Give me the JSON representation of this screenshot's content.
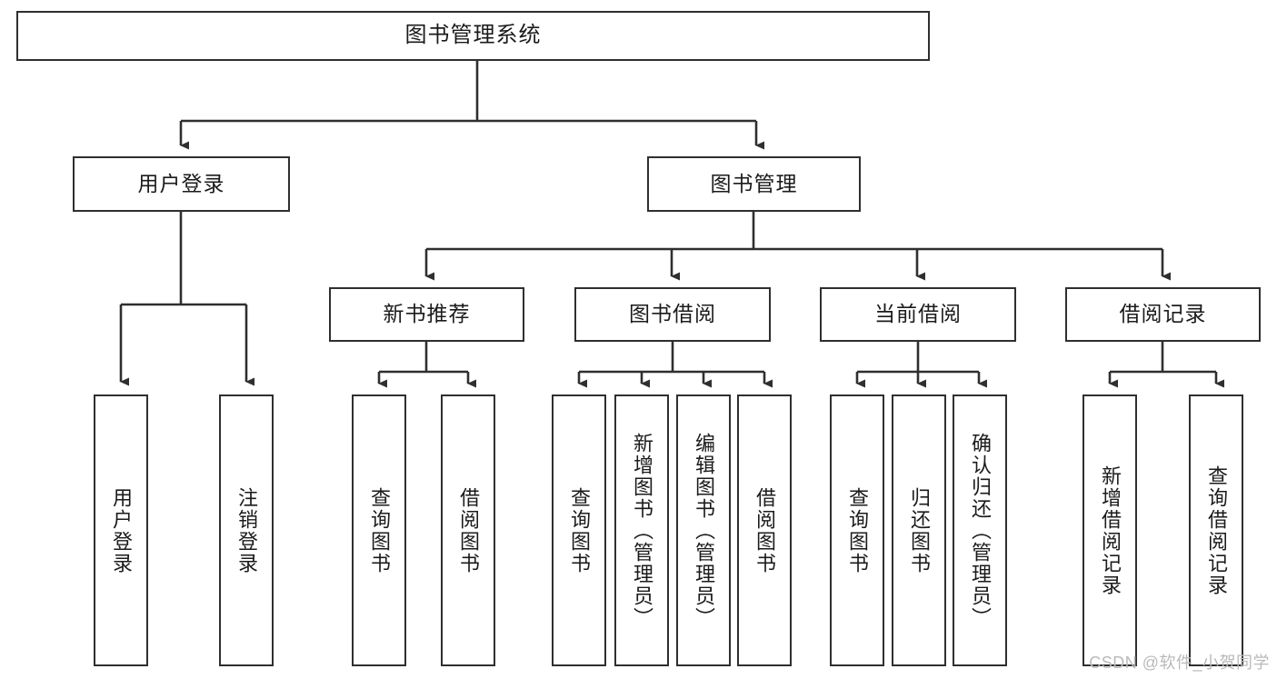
{
  "diagram": {
    "type": "tree",
    "title": "图书管理系统",
    "watermark": "CSDN @软件_小贺同学",
    "colors": {
      "stroke": "#2f2f2f",
      "fill": "#ffffff",
      "text": "#1b1b1b",
      "watermark": "#b9b9b9"
    },
    "nodes": {
      "root": {
        "label": "图书管理系统"
      },
      "level2": [
        {
          "id": "user-login",
          "label": "用户登录"
        },
        {
          "id": "book-manage",
          "label": "图书管理"
        }
      ],
      "level3": [
        {
          "id": "new-book-rec",
          "label": "新书推荐"
        },
        {
          "id": "book-borrow",
          "label": "图书借阅"
        },
        {
          "id": "current-borrow",
          "label": "当前借阅"
        },
        {
          "id": "borrow-record",
          "label": "借阅记录"
        }
      ],
      "leaves": {
        "user-login": [
          {
            "id": "leaf-user-login",
            "label": "用户登录"
          },
          {
            "id": "leaf-logout",
            "label": "注销登录"
          }
        ],
        "new-book-rec": [
          {
            "id": "leaf-query-book-1",
            "label": "查询图书"
          },
          {
            "id": "leaf-borrow-book-1",
            "label": "借阅图书"
          }
        ],
        "book-borrow": [
          {
            "id": "leaf-query-book-2",
            "label": "查询图书"
          },
          {
            "id": "leaf-add-book",
            "label": "新增图书（管理员）"
          },
          {
            "id": "leaf-edit-book",
            "label": "编辑图书（管理员）"
          },
          {
            "id": "leaf-borrow-book-2",
            "label": "借阅图书"
          }
        ],
        "current-borrow": [
          {
            "id": "leaf-query-book-3",
            "label": "查询图书"
          },
          {
            "id": "leaf-return-book",
            "label": "归还图书"
          },
          {
            "id": "leaf-confirm-return",
            "label": "确认归还（管理员）"
          }
        ],
        "borrow-record": [
          {
            "id": "leaf-add-record",
            "label": "新增借阅记录"
          },
          {
            "id": "leaf-query-record",
            "label": "查询借阅记录"
          }
        ]
      }
    }
  }
}
